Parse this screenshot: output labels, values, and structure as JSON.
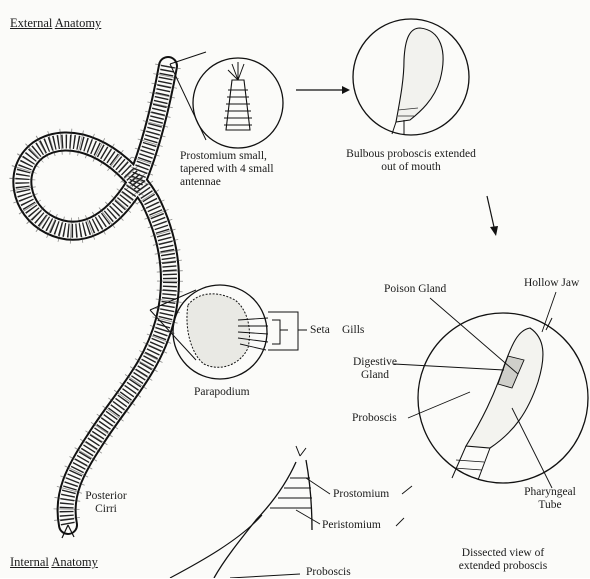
{
  "headers": {
    "external_word": "External",
    "external_anatomy": "Anatomy",
    "internal_word": "Internal",
    "internal_anatomy": "Anatomy"
  },
  "labels": {
    "prostomium_note_line1": "Prostomium small,",
    "prostomium_note_line2": "tapered with 4 small",
    "prostomium_note_line3": "antennae",
    "bulbous_line1": "Bulbous proboscis extended",
    "bulbous_line2": "out of mouth",
    "parapodium": "Parapodium",
    "seta": "Seta",
    "gills": "Gills",
    "poison_gland": "Poison Gland",
    "hollow_jaw": "Hollow Jaw",
    "digestive_line1": "Digestive",
    "digestive_line2": "Gland",
    "proboscis": "Proboscis",
    "pharyngeal_line1": "Pharyngeal",
    "pharyngeal_line2": "Tube",
    "posterior_line1": "Posterior",
    "posterior_line2": "Cirri",
    "prostomium": "Prostomium",
    "peristomium": "Peristomium",
    "dissected_line1": "Dissected view of",
    "dissected_line2": "extended proboscis",
    "proboscis_bottom": "Proboscis"
  }
}
